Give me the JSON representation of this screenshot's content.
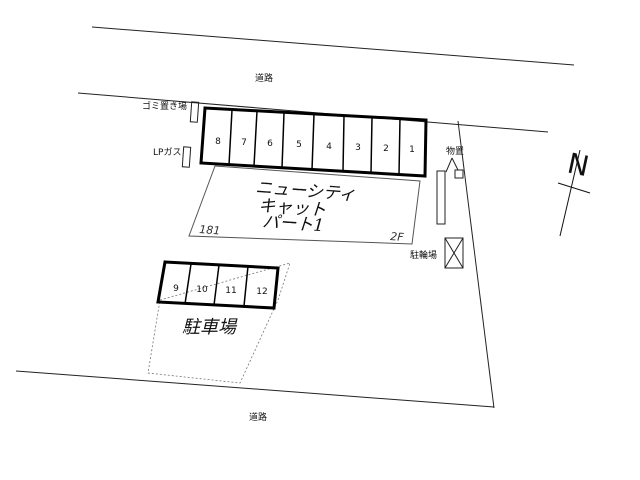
{
  "roads": {
    "top_label": "道路",
    "bottom_label": "道路"
  },
  "labels": {
    "garbage": "ゴミ置き場",
    "lp_gas": "LPガス",
    "storage": "物置",
    "bicycle_parking": "駐輪場",
    "car_parking": "駐車場"
  },
  "building": {
    "name_line1": "ニューシティ",
    "name_line2": "キャット",
    "name_line3": "パート1",
    "lot_number": "181",
    "floors": "2F"
  },
  "parking_top": [
    "8",
    "7",
    "6",
    "5",
    "4",
    "3",
    "2",
    "1"
  ],
  "parking_bottom": [
    "9",
    "10",
    "11",
    "12"
  ],
  "compass": {
    "label": "N"
  }
}
